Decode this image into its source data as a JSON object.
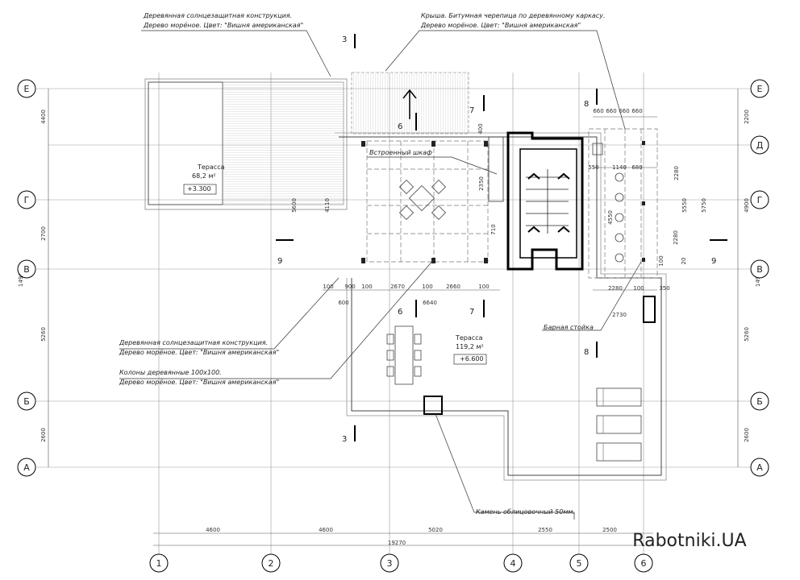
{
  "axes": {
    "rows": [
      "Е",
      "Д",
      "Г",
      "В",
      "Б",
      "А"
    ],
    "cols": [
      "1",
      "2",
      "3",
      "4",
      "5",
      "6"
    ]
  },
  "annotations": {
    "sunshade_top": [
      "Деревянная солнцезащитная конструкция.",
      "Дерево морёное. Цвет: \"Вишня американская\""
    ],
    "roof": [
      "Крыша. Битумная черепица по деревянному каркасу.",
      "Дерево морёное. Цвет: \"Вишня американская\""
    ],
    "sunshade_mid": [
      "Деревянная солнцезащитная конструкция.",
      "Дерево морёное. Цвет: \"Вишня американская\""
    ],
    "columns": [
      "Колоны деревянные 100х100.",
      "Дерево морёное. Цвет: \"Вишня американская\""
    ],
    "wardrobe": "Встроенный шкаф",
    "bar": "Барная стойка",
    "stone": "Камень облицовочный 50мм."
  },
  "rooms": {
    "terrace1": {
      "name": "Терасса",
      "area": "68,2 м²",
      "level": "+3.300"
    },
    "terrace2": {
      "name": "Терасса",
      "area": "119,2 м²",
      "level": "+6.600"
    }
  },
  "sections": [
    "3",
    "3",
    "6",
    "6",
    "7",
    "7",
    "8",
    "8",
    "9",
    "9"
  ],
  "dims": {
    "bottom": [
      "4600",
      "4600",
      "5020",
      "2550",
      "2500"
    ],
    "total": "19270",
    "left": [
      "4400",
      "2700",
      "5260",
      "2600"
    ],
    "left_total": "14960",
    "right": [
      "2200",
      "4900",
      "5260",
      "2600"
    ],
    "right_total": "14960",
    "inner_h": [
      "100",
      "900",
      "100",
      "2670",
      "100",
      "2660",
      "100"
    ],
    "inner_misc": [
      "600",
      "6640",
      "2350",
      "710",
      "4110",
      "5600",
      "2280",
      "100",
      "350",
      "2730",
      "660",
      "660",
      "660",
      "660",
      "550",
      "1140",
      "680",
      "2280",
      "5550",
      "5750",
      "4550",
      "2280",
      "100",
      "20",
      "400"
    ]
  },
  "watermark": "Rabotniki.UA"
}
